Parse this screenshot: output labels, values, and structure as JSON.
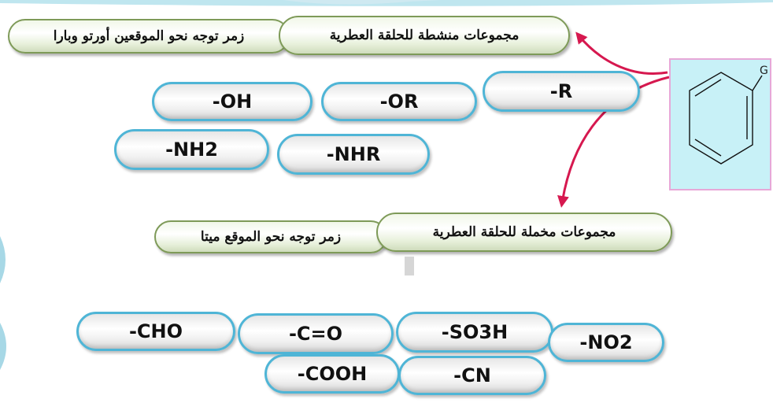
{
  "activating": {
    "title": "مجموعات منشطة للحلقة العطرية",
    "direction": "زمر توجه نحو الموقعين أورتو وبارا",
    "groups": [
      "-OH",
      "-OR",
      "-R",
      "-NH2",
      "-NHR"
    ]
  },
  "deactivating": {
    "title": "مجموعات مخملة للحلقة العطرية",
    "direction": "زمر توجه نحو الموقع ميتا",
    "groups": [
      "-CHO",
      "-C=O",
      "-SO3H",
      "-NO2",
      "-COOH",
      "-CN"
    ]
  },
  "benzene": {
    "substituent": "G"
  },
  "colors": {
    "pill_border": "#4fb5d6",
    "label_border": "#7e9a58",
    "arrow": "#d6184f",
    "benzene_bg": "#c8f1f7",
    "benzene_border": "#e7a8d8"
  }
}
